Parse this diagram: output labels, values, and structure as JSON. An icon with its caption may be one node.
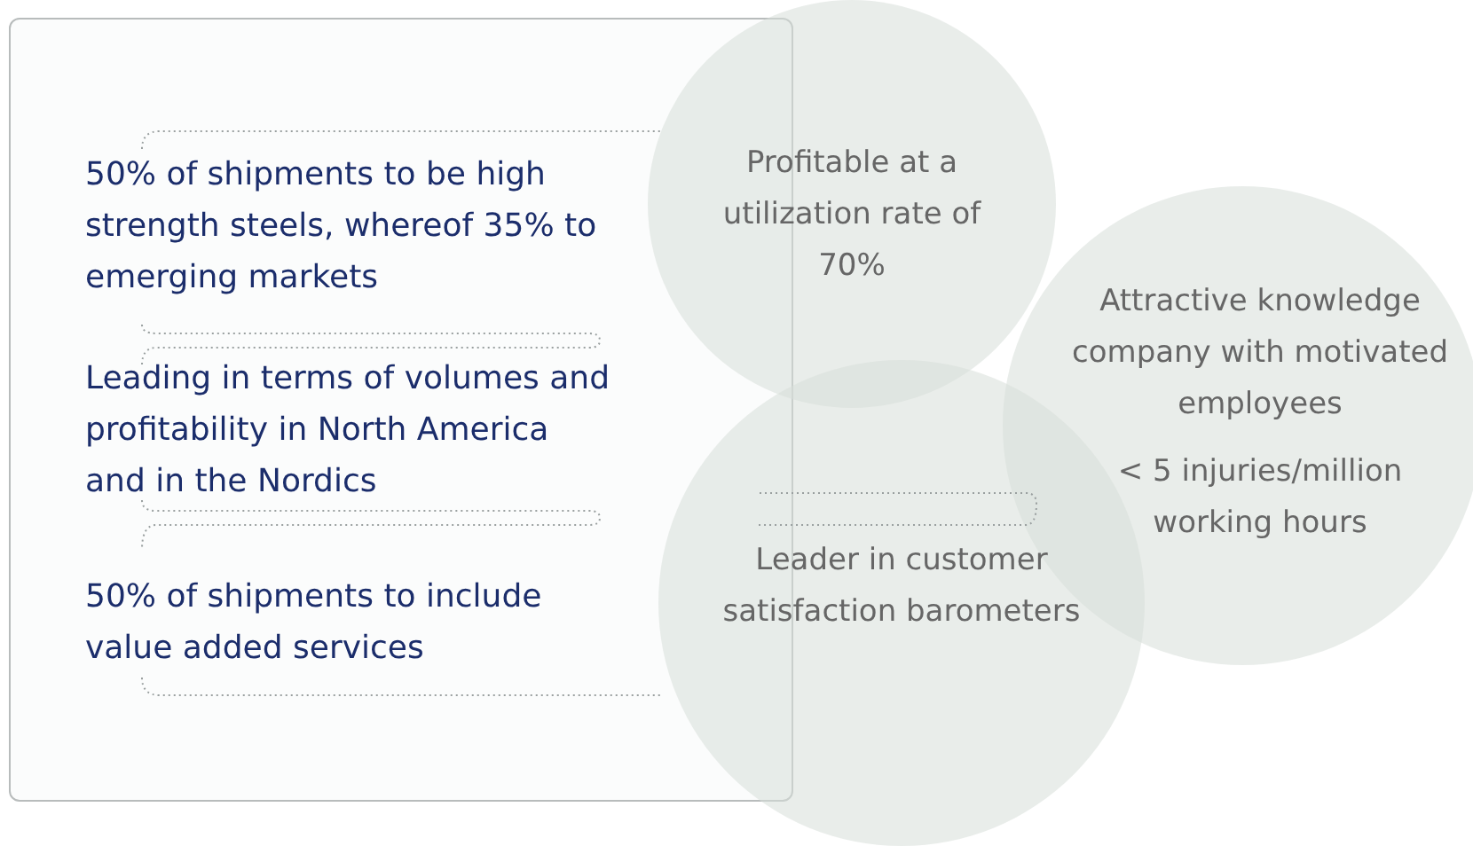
{
  "diagram": {
    "nodes": [
      {
        "text": [
          "Profitable at a utilization rate of 70%"
        ]
      },
      {
        "text": [
          "Attractive knowledge company with motivated employees",
          "< 5 injuries/million working hours"
        ]
      },
      {
        "text": [
          "Leader in customer satisfaction barometers"
        ]
      }
    ],
    "labels": [
      "50% of shipments to be high strength steels, whereof 35% to emerging markets",
      "Leading in terms of volumes and profitability in North America and in the Nordics",
      "50% of shipments to include value added services"
    ]
  }
}
